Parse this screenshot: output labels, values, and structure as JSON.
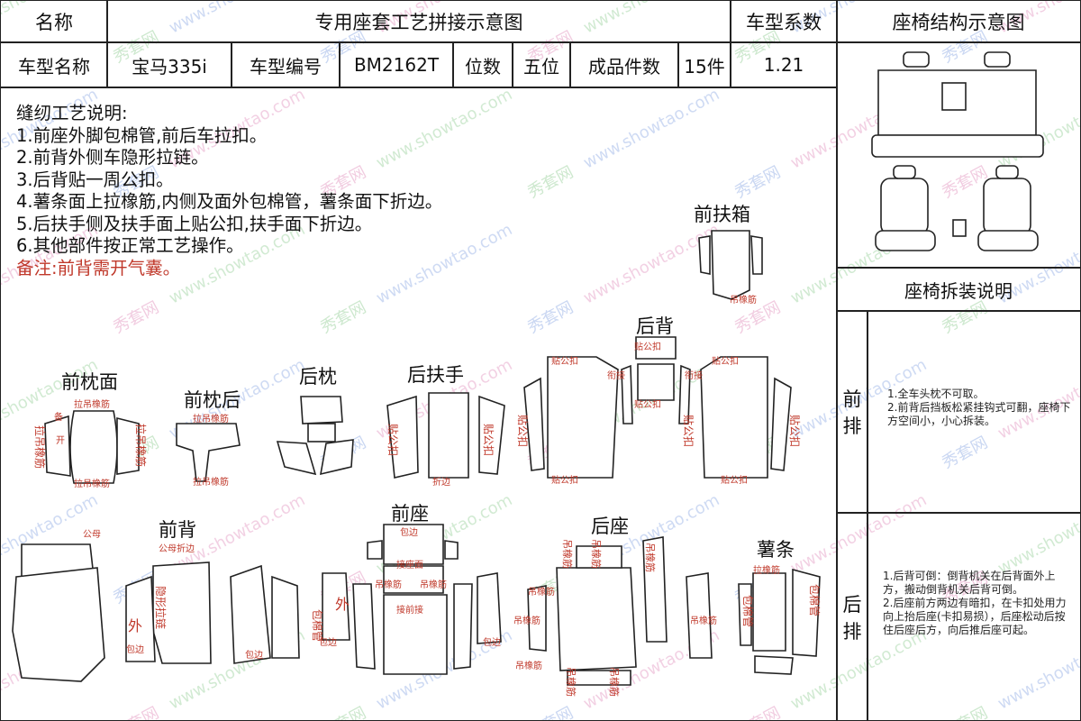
{
  "header": {
    "name_label": "名称",
    "title": "专用座套工艺拼接示意图",
    "coef_label": "车型系数",
    "struct_title": "座椅结构示意图"
  },
  "info_row": {
    "model_name_label": "车型名称",
    "model_name": "宝马335i",
    "model_code_label": "车型编号",
    "model_code": "BM2162T",
    "seats_label": "位数",
    "seats": "五位",
    "pieces_label": "成品件数",
    "pieces": "15件",
    "coefficient": "1.21"
  },
  "notes": {
    "heading": "缝纫工艺说明:",
    "items": [
      "1.前座外脚包棉管,前后车拉扣。",
      "2.前背外侧车隐形拉链。",
      "3.后背贴一周公扣。",
      "4.薯条面上拉橡筋,内侧及面外包棉管，薯条面下折边。",
      "5.后扶手侧及扶手面上贴公扣,扶手面下折边。",
      "6.其他部件按正常工艺操作。"
    ],
    "remark": "备注:前背需开气囊。"
  },
  "pieces": {
    "front_armrest_box": "前扶箱",
    "rear_back": "后背",
    "front_pillow_face": "前枕面",
    "front_pillow_back": "前枕后",
    "rear_pillow": "后枕",
    "rear_armrest": "后扶手",
    "front_back": "前背",
    "front_seat": "前座",
    "rear_seat": "后座",
    "shu_tiao": "薯条"
  },
  "annotations": {
    "hang_elastic": "吊橡筋",
    "pull_elastic": "拉吊橡筋",
    "stick_male": "贴公扣",
    "fold_edge": "折边",
    "joint": "衔接",
    "stick_male_vert": "贴公扣",
    "pull_elastic_short": "拉橡筋",
    "wrap_cotton": "包棉管",
    "outer": "外",
    "seam_face": "接座面",
    "seam_front": "接前接",
    "stick_side": "包边",
    "mother": "公母",
    "mother_fold": "公母折边",
    "hidden_zip": "隐形拉链",
    "bag_edge": "包边",
    "open": "开",
    "back": "备"
  },
  "right_panel": {
    "disassembly_title": "座椅拆装说明",
    "front_row_label": "前排",
    "rear_row_label": "后排",
    "front_instructions": "1.全车头枕不可取。\n2.前背后挡板松紧挂钩式可翻，座椅下方空间小，小心拆装。",
    "rear_instructions": "1.后背可倒：倒背机关在后背面外上方，搬动倒背机关后背可倒。\n2.后座前方两边有暗扣，在卡扣处用力向上抬后座(卡扣易损），后座松动后按住后座后方，向后推后座可起。"
  },
  "watermark": {
    "text_cn": "秀套网",
    "text_url": "www.showtao.com"
  },
  "colors": {
    "annotation": "#c0392b",
    "line": "#222222",
    "watermark_1": "#9fb7e8",
    "watermark_2": "#e6a3c8",
    "watermark_3": "#a5d6a7"
  }
}
